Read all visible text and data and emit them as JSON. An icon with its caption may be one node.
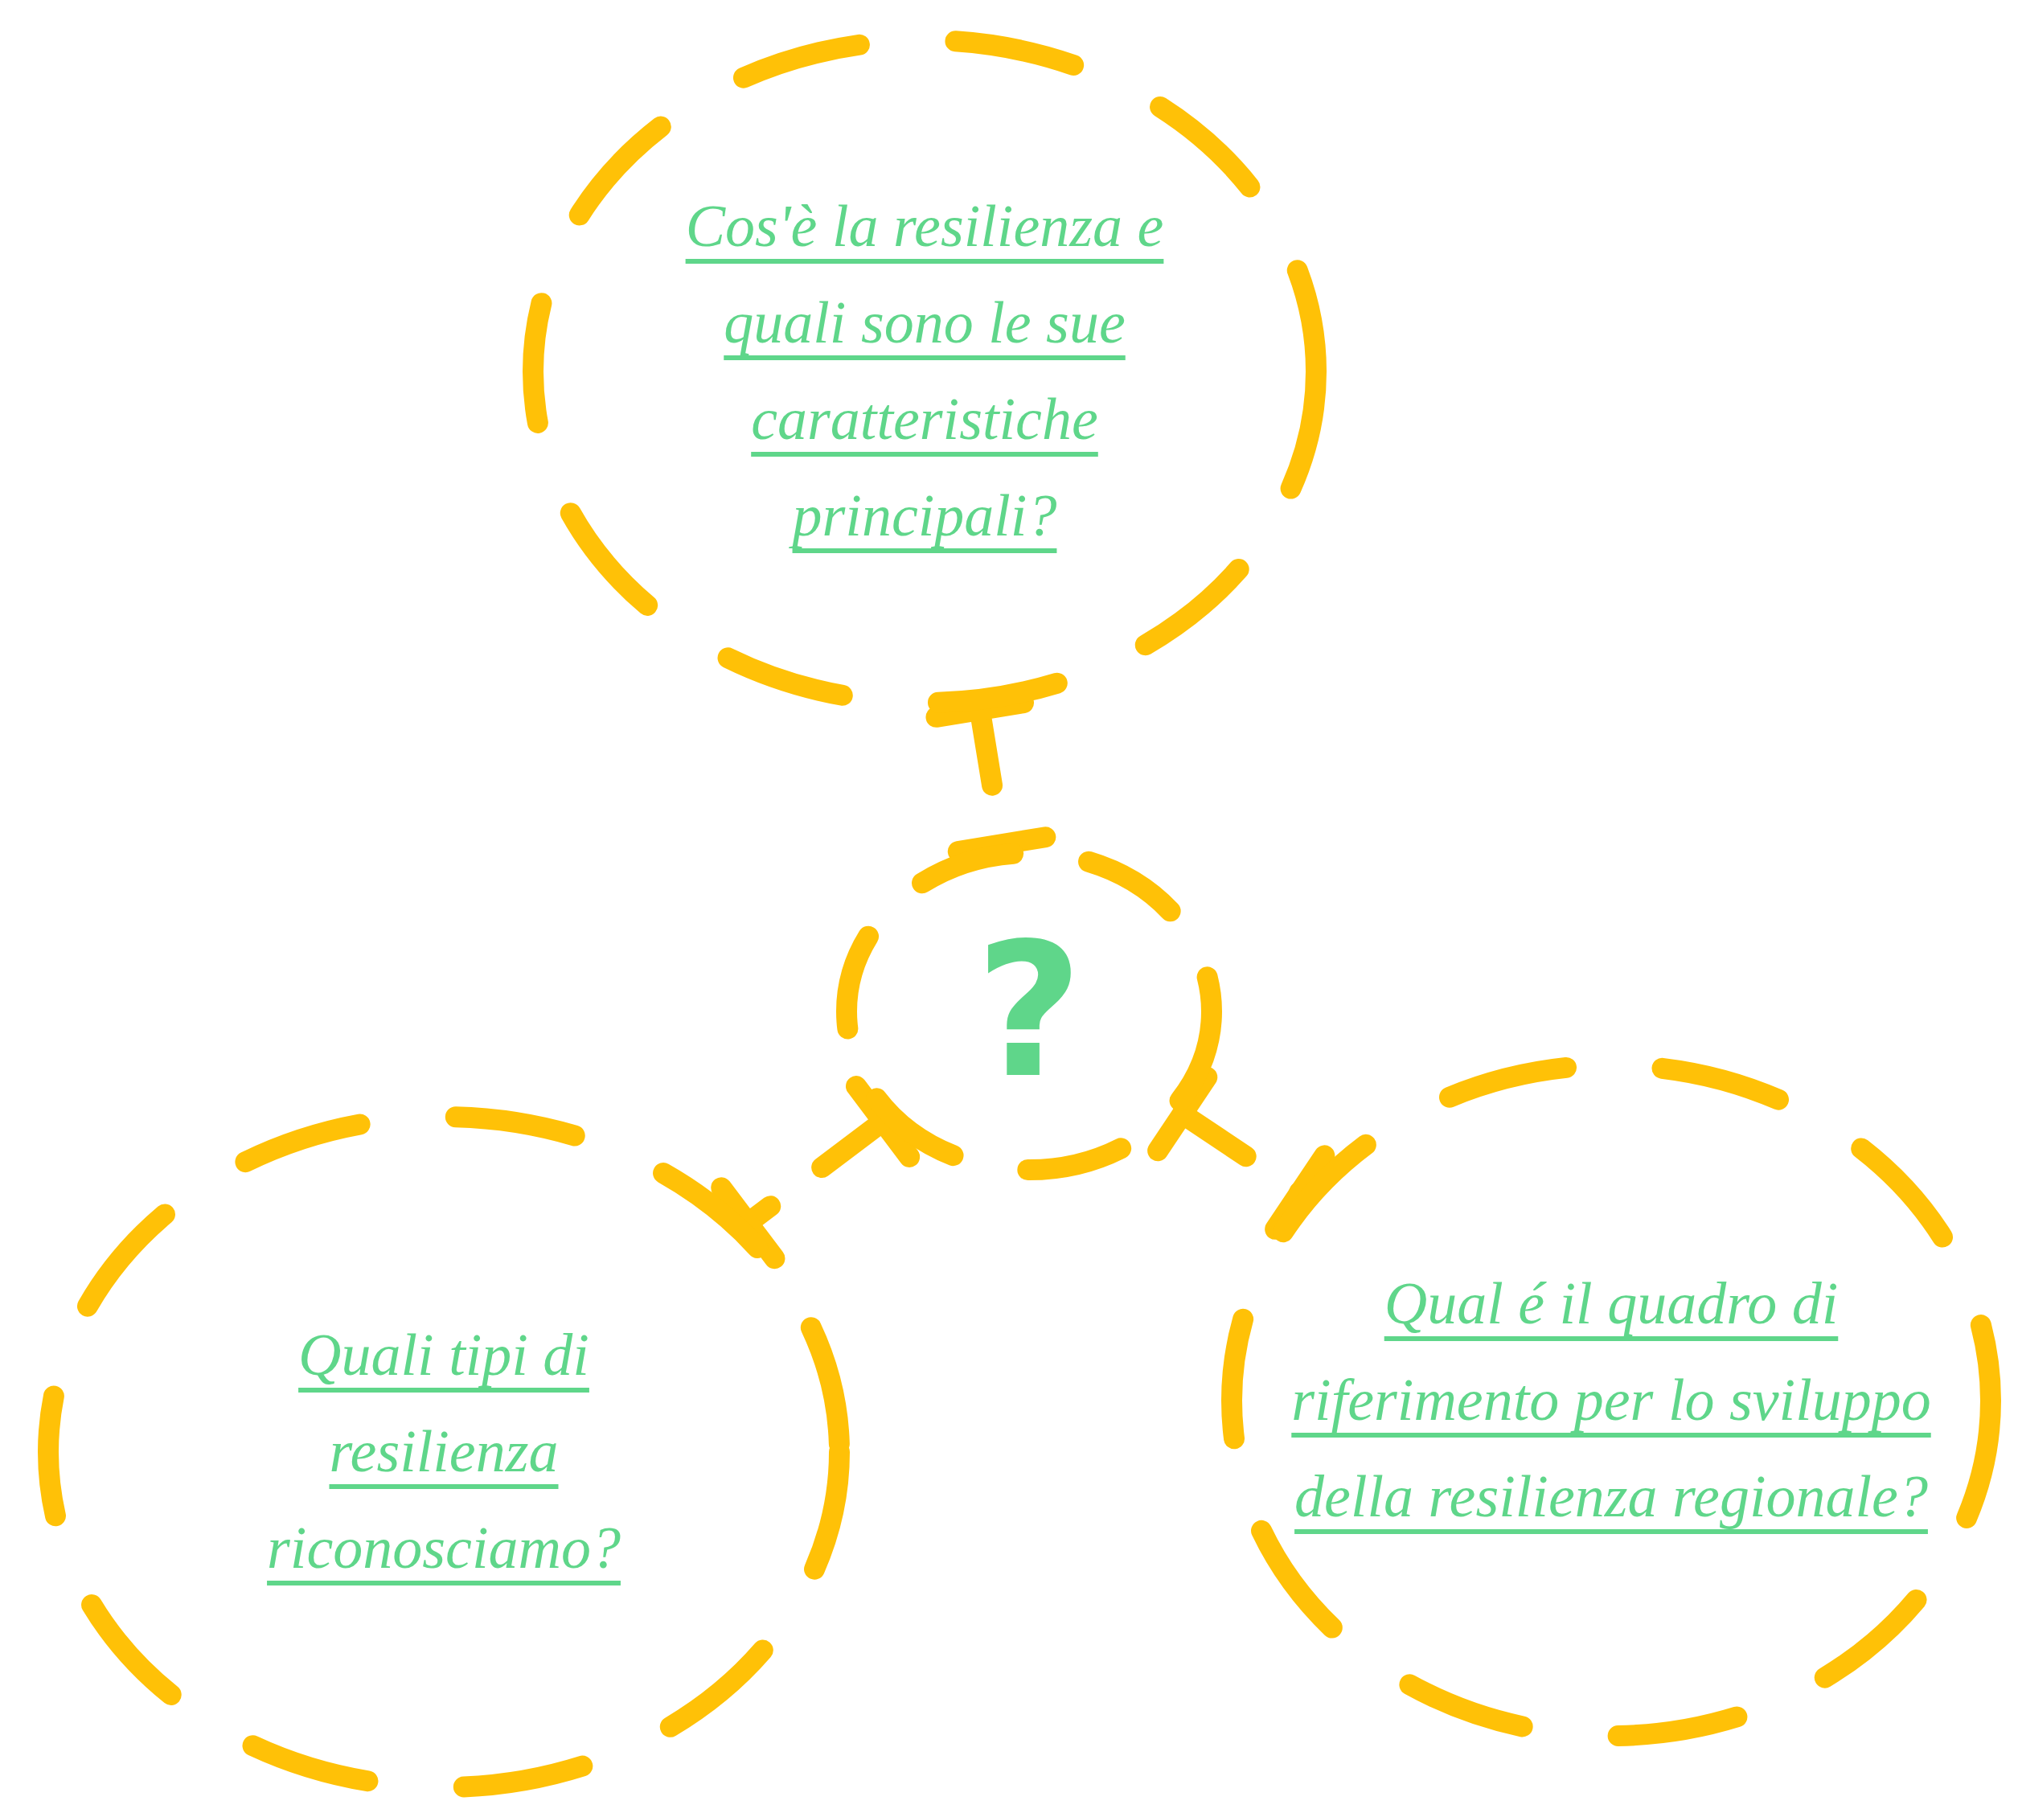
{
  "diagram": {
    "nodes": [
      {
        "text": [
          "Cos'è la resilienza e quali sono le sue caratteristiche principali?"
        ]
      },
      {
        "text": [
          "?"
        ]
      },
      {
        "text": [
          "Quali tipi di resilienza riconosciamo?"
        ]
      },
      {
        "text": [
          "Qual é il quadro di riferimento per lo sviluppo della resilienza regionale?"
        ]
      }
    ],
    "edges": [
      {
        "from": 0,
        "to": 1,
        "arrow": "other",
        "style": "dashed"
      },
      {
        "from": 1,
        "to": 2,
        "arrow": "other",
        "style": "dashed"
      },
      {
        "from": 1,
        "to": 3,
        "arrow": "other",
        "style": "dashed"
      }
    ]
  }
}
